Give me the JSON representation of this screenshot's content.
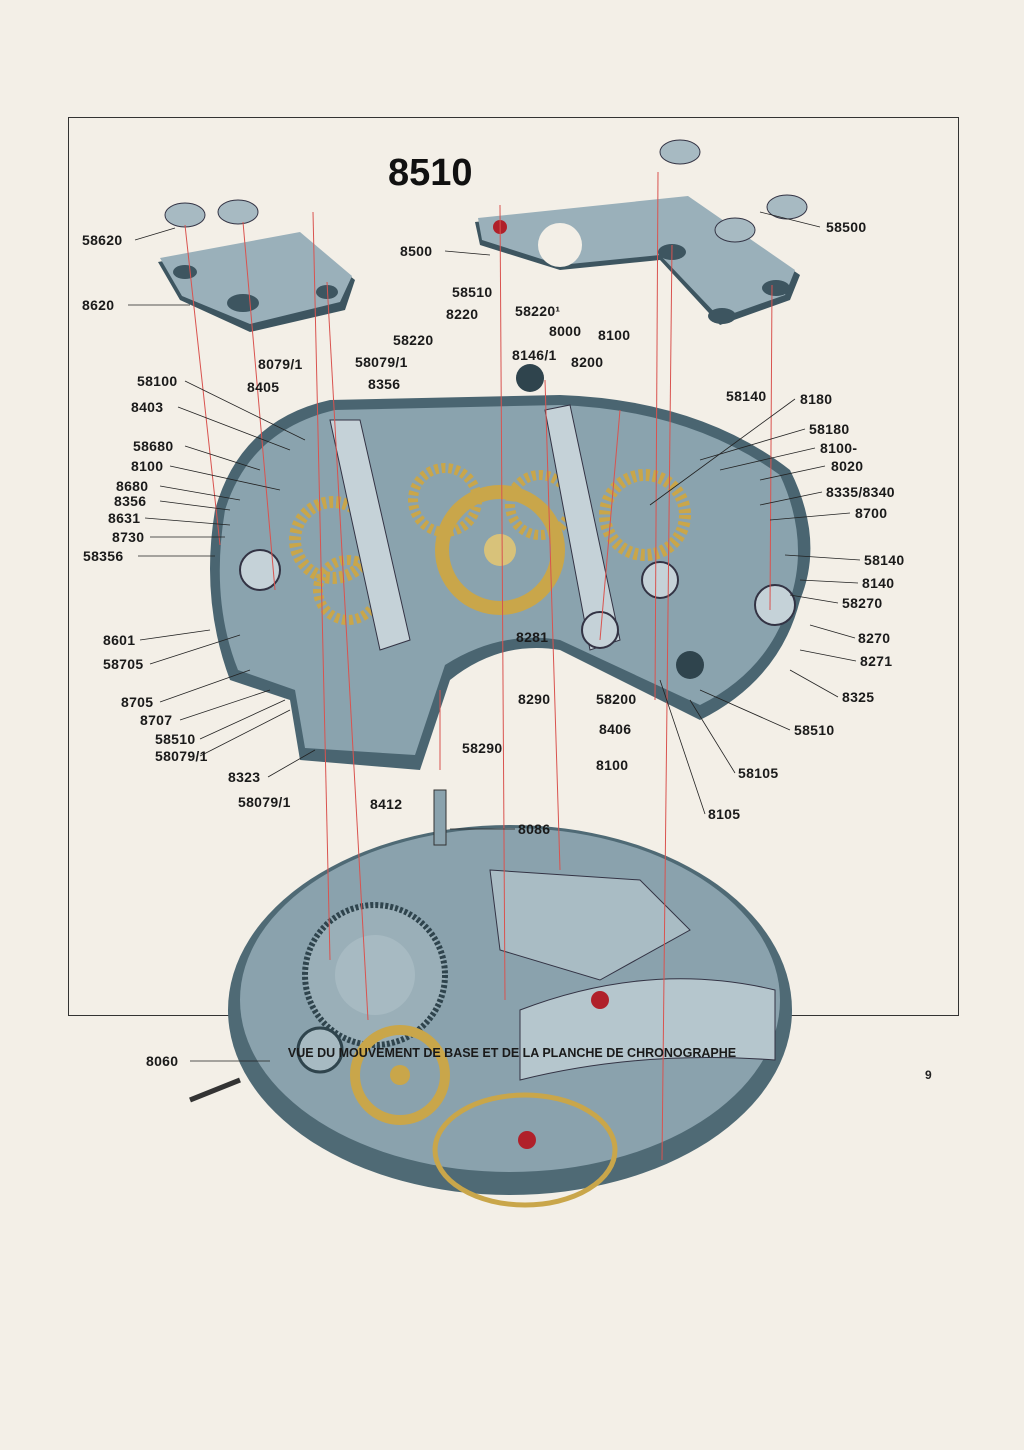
{
  "title": "8510",
  "caption": "VUE DU MOUVEMENT DE BASE ET DE LA PLANCHE DE CHRONOGRAPHE",
  "page_number": "9",
  "colors": {
    "steel": "#7f98a3",
    "steel_dark": "#3d5560",
    "gold": "#c9a64a",
    "jewel": "#b0202a",
    "leader_red": "#d9534f"
  },
  "labels": [
    "58620",
    "8500",
    "58500",
    "8620",
    "58510",
    "8220",
    "58220¹",
    "8000",
    "8100",
    "58220",
    "8079/1",
    "58079/1",
    "8146/1",
    "8200",
    "58100",
    "8405",
    "8356",
    "58140",
    "8180",
    "8403",
    "58180",
    "58680",
    "8100-",
    "8100",
    "8020",
    "8680",
    "8335/8340",
    "8356",
    "8700",
    "8631",
    "8730",
    "58356",
    "58140",
    "8140",
    "58270",
    "8601",
    "8270",
    "8281",
    "8271",
    "58705",
    "8290",
    "58200",
    "8325",
    "8705",
    "8707",
    "8406",
    "58510",
    "58510",
    "58290",
    "58079/1",
    "8100",
    "58105",
    "8323",
    "58079/1",
    "8412",
    "8105",
    "8086",
    "8060"
  ]
}
